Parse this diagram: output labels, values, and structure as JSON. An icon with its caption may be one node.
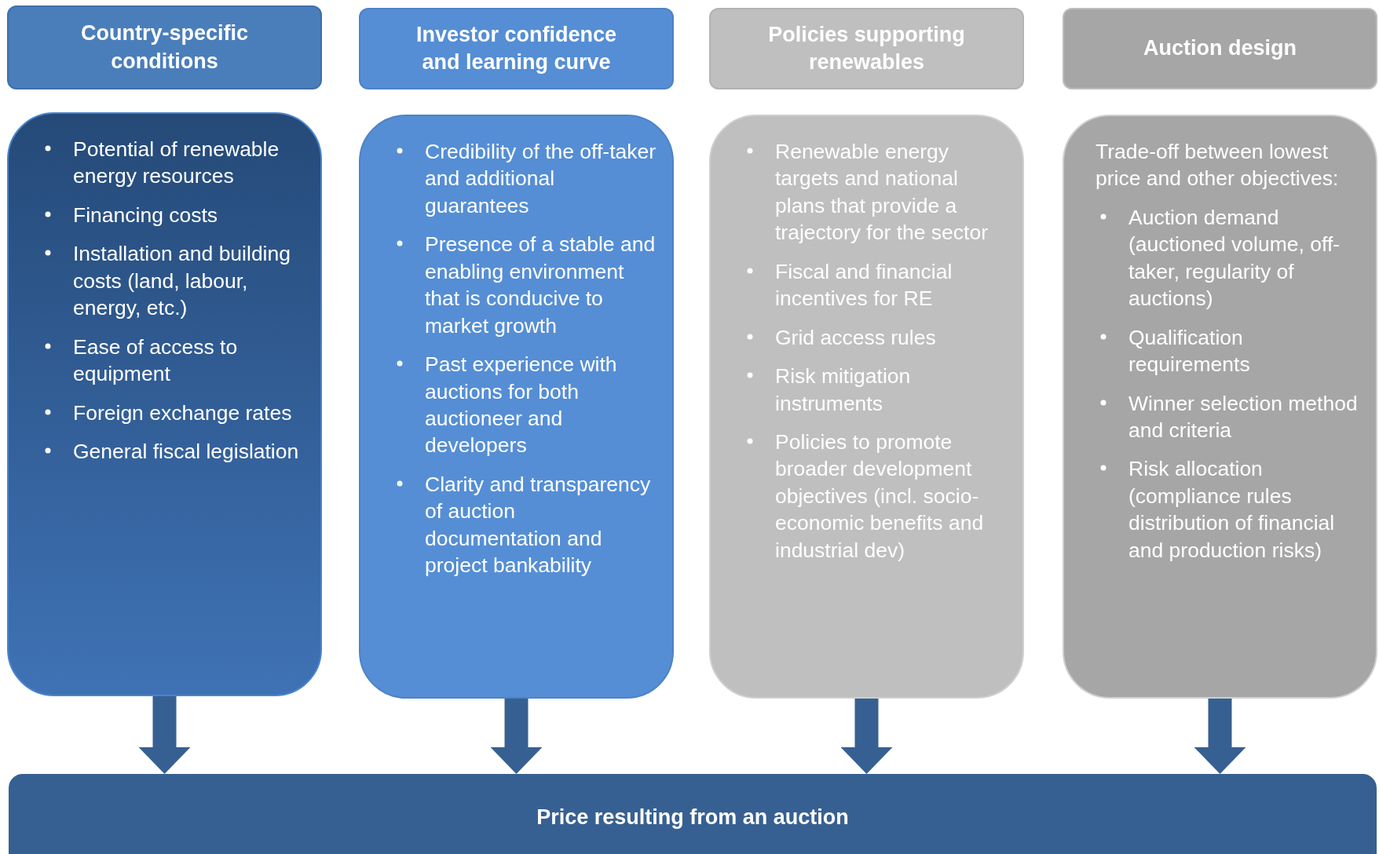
{
  "diagram": {
    "nodes": [
      {
        "text": [
          "Country-specific conditions"
        ]
      },
      {
        "text": [
          "Investor confidence and learning curve"
        ]
      },
      {
        "text": [
          "Policies supporting renewables"
        ]
      },
      {
        "text": [
          "Auction design"
        ]
      },
      {
        "text": [
          "Potential of renewable energy resources",
          "Financing costs",
          "Installation and building costs (land, labour, energy, etc.)",
          "Ease of access to equipment",
          "Foreign exchange rates",
          "General fiscal legislation"
        ]
      },
      {
        "text": [
          "Credibility of the off-taker and additional guarantees",
          "Presence of a stable and enabling environment that is conducive to market growth",
          "Past experience with auctions for both auctioneer and developers",
          "Clarity and transparency of auction documentation and project bankability"
        ]
      },
      {
        "text": [
          "Renewable energy targets and national plans that provide a trajectory for the sector",
          "Fiscal and financial incentives for RE",
          "Grid access rules",
          "Risk mitigation instruments",
          "Policies to promote broader development objectives (incl. socio-economic benefits and industrial dev)"
        ]
      },
      {
        "text": [
          "Trade-off between lowest price and other objectives:",
          "Auction demand (auctioned volume, off-taker, regularity of auctions)",
          "Qualification requirements",
          "Winner selection method and criteria",
          "Risk allocation (compliance rules distribution of financial and production risks)"
        ]
      },
      {
        "text": [
          "Price resulting from an auction"
        ]
      }
    ],
    "edges": [
      {
        "from": 4,
        "to": 8,
        "arrow": "to"
      },
      {
        "from": 5,
        "to": 8,
        "arrow": "to"
      },
      {
        "from": 6,
        "to": 8,
        "arrow": "to"
      },
      {
        "from": 7,
        "to": 8,
        "arrow": "to"
      }
    ]
  }
}
